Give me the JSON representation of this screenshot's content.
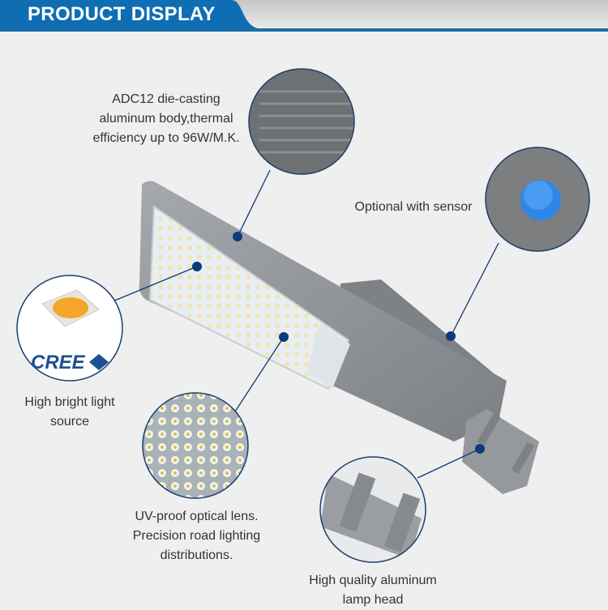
{
  "header": {
    "title": "PRODUCT DISPLAY",
    "brand_color": "#0f6db3",
    "bar_color": "#1a6ea8"
  },
  "callouts": [
    {
      "id": "body",
      "lines": [
        "ADC12 die-casting",
        "aluminum body,thermal",
        "efficiency up to 96W/M.K."
      ],
      "detail": "heat-sink-fins"
    },
    {
      "id": "sensor",
      "lines": [
        "Optional with sensor"
      ],
      "detail": "blue-sensor-button"
    },
    {
      "id": "light-source",
      "lines": [
        "High bright light",
        "source"
      ],
      "detail": "cree-led-chip",
      "logo_text": "CREE"
    },
    {
      "id": "lens",
      "lines": [
        "UV-proof optical lens.",
        "Precision road lighting",
        "distributions."
      ],
      "detail": "led-array"
    },
    {
      "id": "lamp-head",
      "lines": [
        "High quality aluminum",
        "lamp head"
      ],
      "detail": "pole-clamp"
    }
  ],
  "colors": {
    "callout_line": "#0e3a73",
    "dot": "#0b3b7a",
    "housing": "#8d9196",
    "sensor_blue": "#2f86e8",
    "led_warm": "#f4a52a"
  }
}
